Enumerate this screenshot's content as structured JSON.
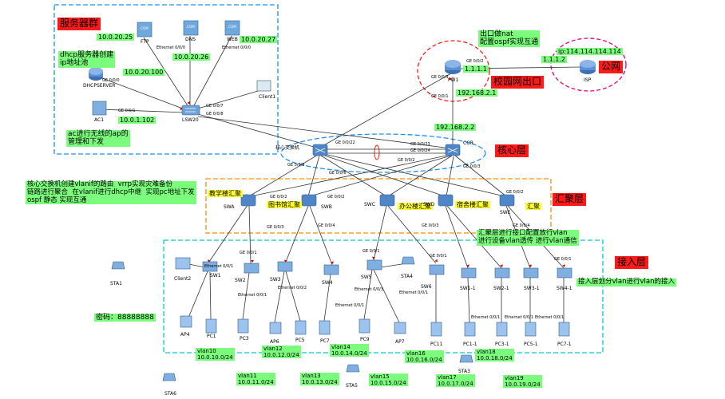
{
  "regions": {
    "server_group": "服务器群",
    "core_layer": "核心层",
    "aggregation_layer": "汇聚层",
    "access_layer": "接入层",
    "campus_exit": "校园网出口",
    "public_net": "公网"
  },
  "notes": {
    "dhcp_server": "dhcp服务器创建\nip地址池",
    "ac_manage": "ac进行无线的ap的\n管理和下发",
    "nat": "出口做nat\n配置ospf实现互通",
    "core_desc": "核心交换机创建vlanif的路由  vrrp实现灾难备份\n链路进行聚合  在vlanif进行dhcp中继  实现pc地址下发\nospf 静态 实现互通",
    "aggr_desc": "汇聚层进行接口配置放行vlan\n进行设备vlan透传 进行vlan通信",
    "access_desc": "接入层划分vlan进行vlan的接入",
    "password": "密码：88888888"
  },
  "ips": {
    "ftp": "10.0.20.25",
    "dns": "10.0.20.26",
    "web": "10.0.20.27",
    "dhcp": "10.0.20.100",
    "ac": "10.0.1.102",
    "fw_a": "1.1.1.2",
    "fw_b": "1.1.1.1",
    "isp": "ip:114.114.114.114",
    "fw_in": "192.168.2.1",
    "core": "192.168.2.2"
  },
  "dept_labels": {
    "teaching": "教学楼汇聚",
    "library": "图书馆汇聚",
    "office": "办公楼汇聚",
    "dorm": "宿舍楼汇聚",
    "e": "汇聚"
  },
  "devices": {
    "ftp": "FTP",
    "dns": "DNS",
    "web": "WEB",
    "dhcp": "DHCPSERVER",
    "ac": "AC1",
    "lsw20": "LSW20",
    "client1": "Client1",
    "fw": "FW1",
    "isp": "ISP",
    "core1": "核心交换机",
    "core2": "COR",
    "swa": "SWA",
    "swb": "SWB",
    "swc": "SWC",
    "swd": "SWD",
    "swe": "SWE",
    "sw1": "SW1",
    "sw2": "SW2",
    "sw3": "SW3",
    "sw4": "SW4",
    "sw5": "SW5",
    "sw6": "SW6",
    "sw1_1": "SW1-1",
    "sw2_1": "SW2-1",
    "sw3_1": "SW3-1",
    "sw4_1": "SW4-1",
    "client2": "Client2",
    "sta1": "STA1",
    "sta4": "STA4",
    "sta3": "STA3",
    "sta5": "STA5",
    "sta6": "STA6",
    "ap4": "AP4",
    "ap6": "AP6",
    "ap7": "AP7",
    "pc1": "PC1",
    "pc3": "PC3",
    "pc5": "PC5",
    "pc7": "PC7",
    "pc9": "PC9",
    "pc11": "PC11",
    "pc1_1": "PC1-1",
    "pc3_1": "PC3-1",
    "pc5_1": "PC5-1",
    "pc7_1": "PC7-1"
  },
  "vlans_top": [
    "vlan10\n10.0.10.0/24",
    "vlan12\n10.0.12.0/24",
    "vlan14\n10.0.14.0/24",
    "vlan16\n10.0.16.0/24",
    "vlan18\n10.0.18.0/24"
  ],
  "vlans_bottom": [
    "vlan11\n10.0.11.0/24",
    "vlan13\n10.0.13.0/24",
    "vlan15\n10.0.15.0/24",
    "vlan17\n10.0.17.0/24",
    "vlan19\n10.0.19.0/24"
  ],
  "ports": {
    "e000": "Ethernet 0/0/0",
    "e001": "Ethernet 0/0/1",
    "e002": "Ethernet 0/0/2",
    "e003": "Ethernet 0/0/3",
    "e004": "Ethernet 0/0/4",
    "g001": "GE 0/0/1",
    "g002": "GE 0/0/2",
    "g003": "GE 0/0/3",
    "g004": "GE 0/0/4",
    "g005": "GE 0/0/5",
    "g006": "GE 0/0/6",
    "g007": "GE 0/0/7",
    "g008": "GE 0/0/8",
    "g000": "GE 0/0/0",
    "g0022": "GE 0/0/22",
    "g0023": "GE 0/0/23",
    "g0024": "GE 0/0/24"
  },
  "colors": {
    "note_green": "#7CFC7C",
    "note_yellow": "#FFFF33",
    "region_red": "#FF1A1A",
    "server_border": "#1E90FF",
    "aggr_border": "#FF8C00",
    "access_border": "#00CED1",
    "core_border": "#1E90FF",
    "exit_border": "#E6007E"
  }
}
